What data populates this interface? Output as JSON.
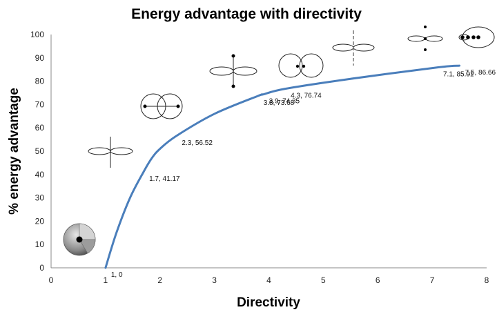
{
  "chart_data": {
    "type": "line",
    "title": "Energy advantage with directivity",
    "xlabel": "Directivity",
    "ylabel": "% energy advantage",
    "xlim": [
      0,
      8
    ],
    "ylim": [
      0,
      100
    ],
    "xticks": [
      "0",
      "1",
      "2",
      "3",
      "4",
      "5",
      "6",
      "7",
      "8"
    ],
    "yticks": [
      "0",
      "10",
      "20",
      "30",
      "40",
      "50",
      "60",
      "70",
      "80",
      "90",
      "100"
    ],
    "grid": false,
    "legend": "none",
    "line_color": "#4a7ebb",
    "series": [
      {
        "x": [
          1,
          1.2,
          1.45,
          1.7,
          1.85,
          2.0,
          2.3,
          3.0,
          3.8,
          3.9,
          4.3,
          5.5,
          7.1,
          7.5
        ],
        "y": [
          0,
          15,
          30,
          41.17,
          47,
          51,
          56.52,
          66,
          73.68,
          74.35,
          76.74,
          81,
          85.91,
          86.66
        ]
      }
    ],
    "data_labels": [
      {
        "text": "1, 0",
        "x": 1,
        "y": 0
      },
      {
        "text": "1.7, 41.17",
        "x": 1.7,
        "y": 41.17
      },
      {
        "text": "2.3, 56.52",
        "x": 2.3,
        "y": 56.52
      },
      {
        "text": "3.8, 73.68",
        "x": 3.8,
        "y": 73.68
      },
      {
        "text": "3.9, 74.35",
        "x": 3.9,
        "y": 74.35
      },
      {
        "text": "4.3, 76.74",
        "x": 4.3,
        "y": 76.74
      },
      {
        "text": "7.1, 85.91",
        "x": 7.1,
        "y": 85.91
      },
      {
        "text": "7.5, 86.66",
        "x": 7.5,
        "y": 86.66
      }
    ],
    "annotations": [
      {
        "icon": "omni-sphere-icon"
      },
      {
        "icon": "figure-eight-thin-icon"
      },
      {
        "icon": "dipole-circles-icon"
      },
      {
        "icon": "figure-eight-vertical-dipole-icon"
      },
      {
        "icon": "offset-dipole-circles-icon"
      },
      {
        "icon": "figure-eight-dashed-axis-icon"
      },
      {
        "icon": "tripole-figure-eight-icon"
      },
      {
        "icon": "endfire-array-icon"
      }
    ]
  }
}
